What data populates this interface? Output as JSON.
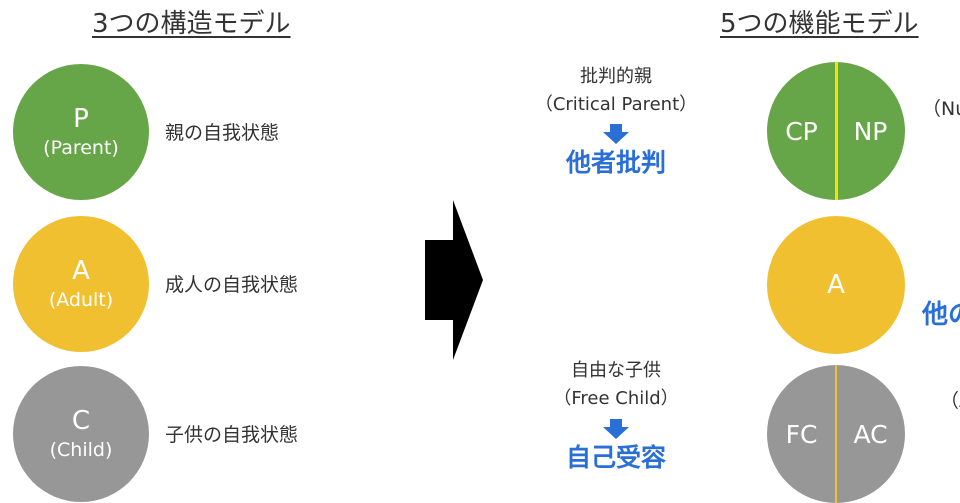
{
  "left": {
    "heading": "3つの構造モデル",
    "states": [
      {
        "letter": "P",
        "english": "(Parent)",
        "description": "親の自我状態",
        "color": "#67a648"
      },
      {
        "letter": "A",
        "english": "(Adult)",
        "description": "成人の自我状態",
        "color": "#f0c030"
      },
      {
        "letter": "C",
        "english": "(Child)",
        "description": "子供の自我状態",
        "color": "#979797"
      }
    ]
  },
  "transition_arrow": "right-arrow",
  "right": {
    "heading": "5つの機能モデル",
    "critical_parent": {
      "label_jp": "批判的親",
      "label_en": "（Critical Parent）",
      "result": "他者批判"
    },
    "free_child": {
      "label_jp": "自由な子供",
      "label_en": "（Free Child）",
      "result": "自己受容"
    },
    "circles": {
      "parent": {
        "left": "CP",
        "right": "NP",
        "color": "#67a648",
        "divider": "#f5e300"
      },
      "adult": {
        "label": "A",
        "color": "#f0c030"
      },
      "child": {
        "left": "FC",
        "right": "AC",
        "color": "#979797",
        "divider": "#f0c030"
      }
    },
    "cut_off_text": {
      "np_label": "（Nu",
      "adult_result": "他の",
      "ac_label": "（A"
    }
  },
  "colors": {
    "accent_blue": "#2a6fd6"
  }
}
